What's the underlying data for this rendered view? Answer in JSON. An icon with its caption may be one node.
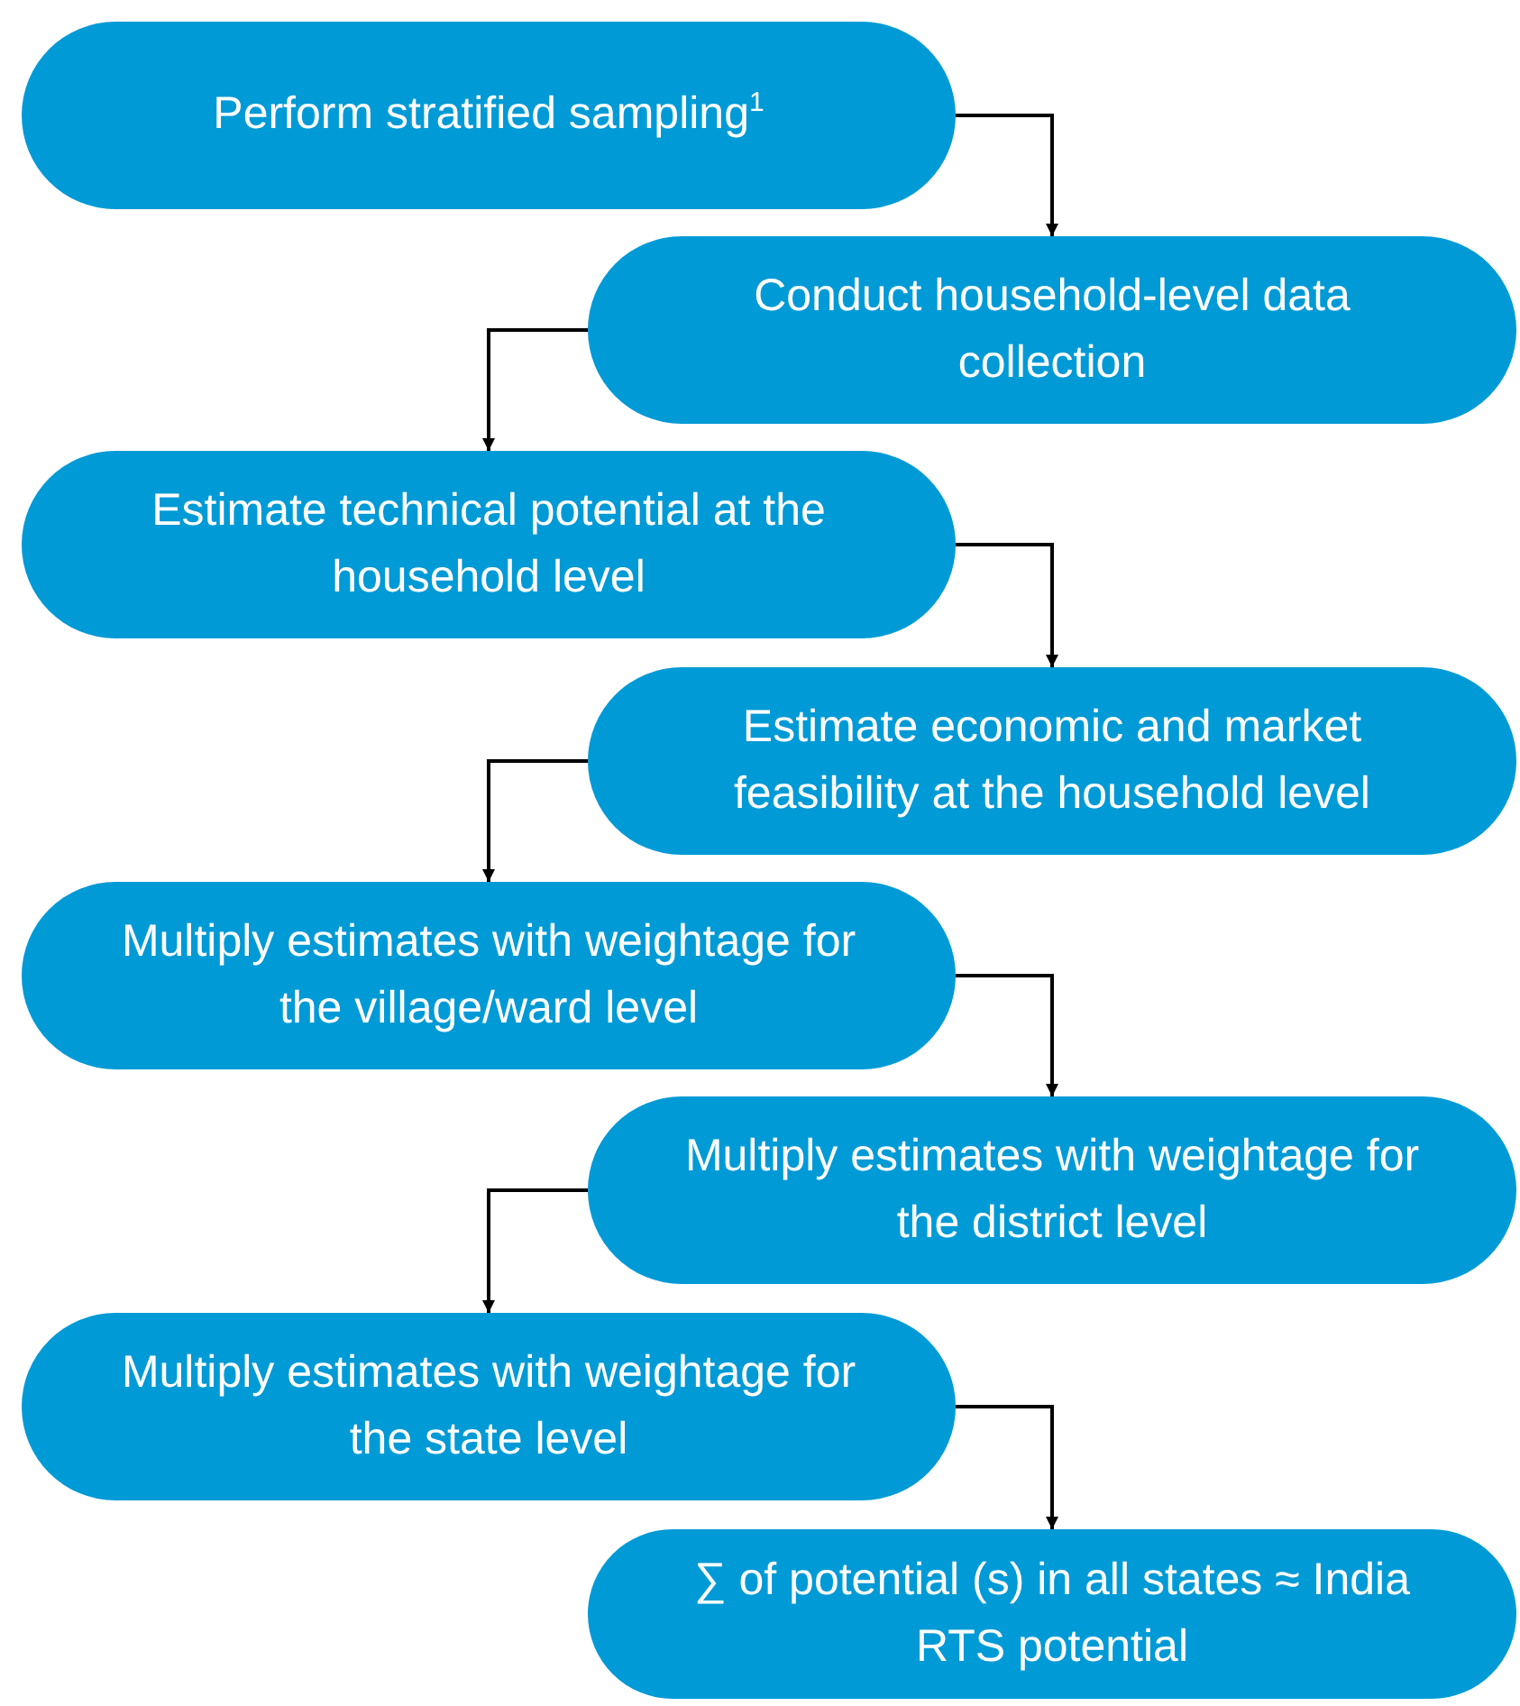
{
  "diagram": {
    "nodes": [
      {
        "text": [
          "Perform stratified sampling$^{1}$"
        ]
      },
      {
        "text": [
          "Conduct household-level data collection"
        ]
      },
      {
        "text": [
          "Estimate technical potential at the household level"
        ]
      },
      {
        "text": [
          "Estimate economic and market feasibility at the household level"
        ]
      },
      {
        "text": [
          "Multiply estimates with weightage for the village/ward level"
        ]
      },
      {
        "text": [
          "Multiply estimates with weightage for the district level"
        ]
      },
      {
        "text": [
          "Multiply estimates with weightage for the state level"
        ]
      },
      {
        "text": [
          "∑ of potential (s) in all states ≈ India RTS potential"
        ]
      }
    ],
    "edges": [
      {
        "from": 0,
        "to": 1,
        "arrow": "to"
      },
      {
        "from": 1,
        "to": 2,
        "arrow": "to"
      },
      {
        "from": 2,
        "to": 3,
        "arrow": "to"
      },
      {
        "from": 3,
        "to": 4,
        "arrow": "to"
      },
      {
        "from": 4,
        "to": 5,
        "arrow": "to"
      },
      {
        "from": 5,
        "to": 6,
        "arrow": "to"
      },
      {
        "from": 6,
        "to": 7,
        "arrow": "to"
      }
    ]
  }
}
